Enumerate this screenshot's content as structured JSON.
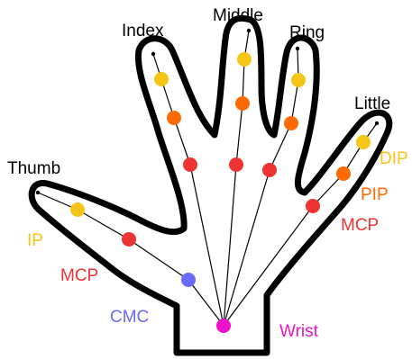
{
  "labels": {
    "index": "Index",
    "middle": "Middle",
    "ring": "Ring",
    "little": "Little",
    "thumb": "Thumb",
    "ip": "IP",
    "mcp_thumb": "MCP",
    "cmc": "CMC",
    "wrist": "Wrist",
    "dip": "DIP",
    "pip": "PIP",
    "mcp_little": "MCP"
  },
  "colors": {
    "outline": "#000000",
    "bone_line": "#000000",
    "tip": "#000000",
    "dip": "#f5c518",
    "pip": "#ff6a00",
    "mcp": "#ee3333",
    "cmc": "#6a6aff",
    "wrist": "#ee11cc",
    "label_ip": "#f5c518",
    "label_mcp": "#ee3333",
    "label_cmc": "#6a6aff",
    "label_wrist": "#ee11cc",
    "label_dip": "#f5c518",
    "label_pip": "#ff6a00",
    "label_finger": "#000000"
  }
}
